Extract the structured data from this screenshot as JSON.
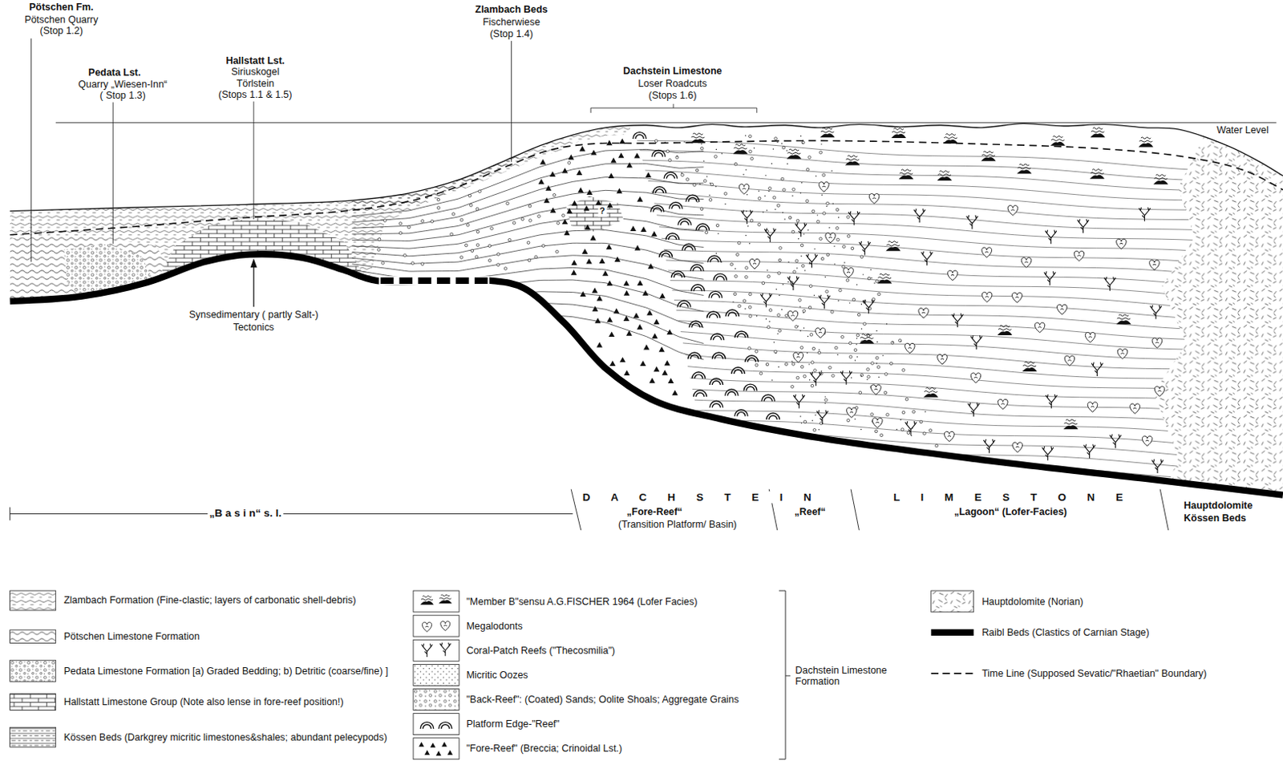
{
  "diagram": {
    "labels": [
      "Pötschen Fm.",
      "Pötschen Quarry",
      "(Stop 1.2)",
      "Pedata Lst.",
      "Quarry „Wiesen-Inn“",
      "( Stop 1.3)",
      "Hallstatt Lst.",
      "Siriuskogel",
      "Törlstein",
      "(Stops 1.1 & 1.5)",
      "Zlambach Beds",
      "Fischerwiese",
      "(Stop 1.4)",
      "Dachstein Limestone",
      "Loser Roadcuts",
      "(Stops 1.6)",
      "Water Level",
      "Synsedimentary ( partly Salt-)",
      "Tectonics",
      "?",
      "„B a s i n“ s. l.",
      "D A C H S T E I N",
      "L I M E S T O N E",
      "„Fore-Reef“",
      "(Transition Platform/ Basin)",
      "„Reef“",
      "„Lagoon“ (Lofer-Facies)",
      "Hauptdolomite",
      "Kössen Beds",
      "Dachstein Limestone Formation"
    ],
    "legend": [
      {
        "text": "Zlambach Formation (Fine-clastic; layers of carbonatic shell-debris)"
      },
      {
        "text": "Pötschen Limestone Formation"
      },
      {
        "text": "Pedata Limestone Formation [a) Graded Bedding; b) Detritic (coarse/fine) ]"
      },
      {
        "text": "Hallstatt Limestone Group (Note also lense in fore-reef position!)"
      },
      {
        "text": "Kössen Beds (Darkgrey micritic limestones&shales; abundant pelecypods)"
      },
      {
        "text": "\"Member B\"sensu A.G.FISCHER 1964 (Lofer Facies)"
      },
      {
        "text": "Megalodonts"
      },
      {
        "text": "Coral-Patch Reefs (\"Thecosmilia\")"
      },
      {
        "text": "Micritic Oozes"
      },
      {
        "text": "\"Back-Reef\": (Coated) Sands; Oolite Shoals; Aggregate Grains"
      },
      {
        "text": "Platform Edge-\"Reef\""
      },
      {
        "text": "\"Fore-Reef\" (Breccia; Crinoidal Lst.)"
      },
      {
        "text": "Hauptdolomite (Norian)"
      },
      {
        "text": "Raibl Beds (Clastics of Carnian Stage)"
      },
      {
        "text": "Time Line (Supposed Sevatic/\"Rhaetian\" Boundary)"
      }
    ]
  }
}
